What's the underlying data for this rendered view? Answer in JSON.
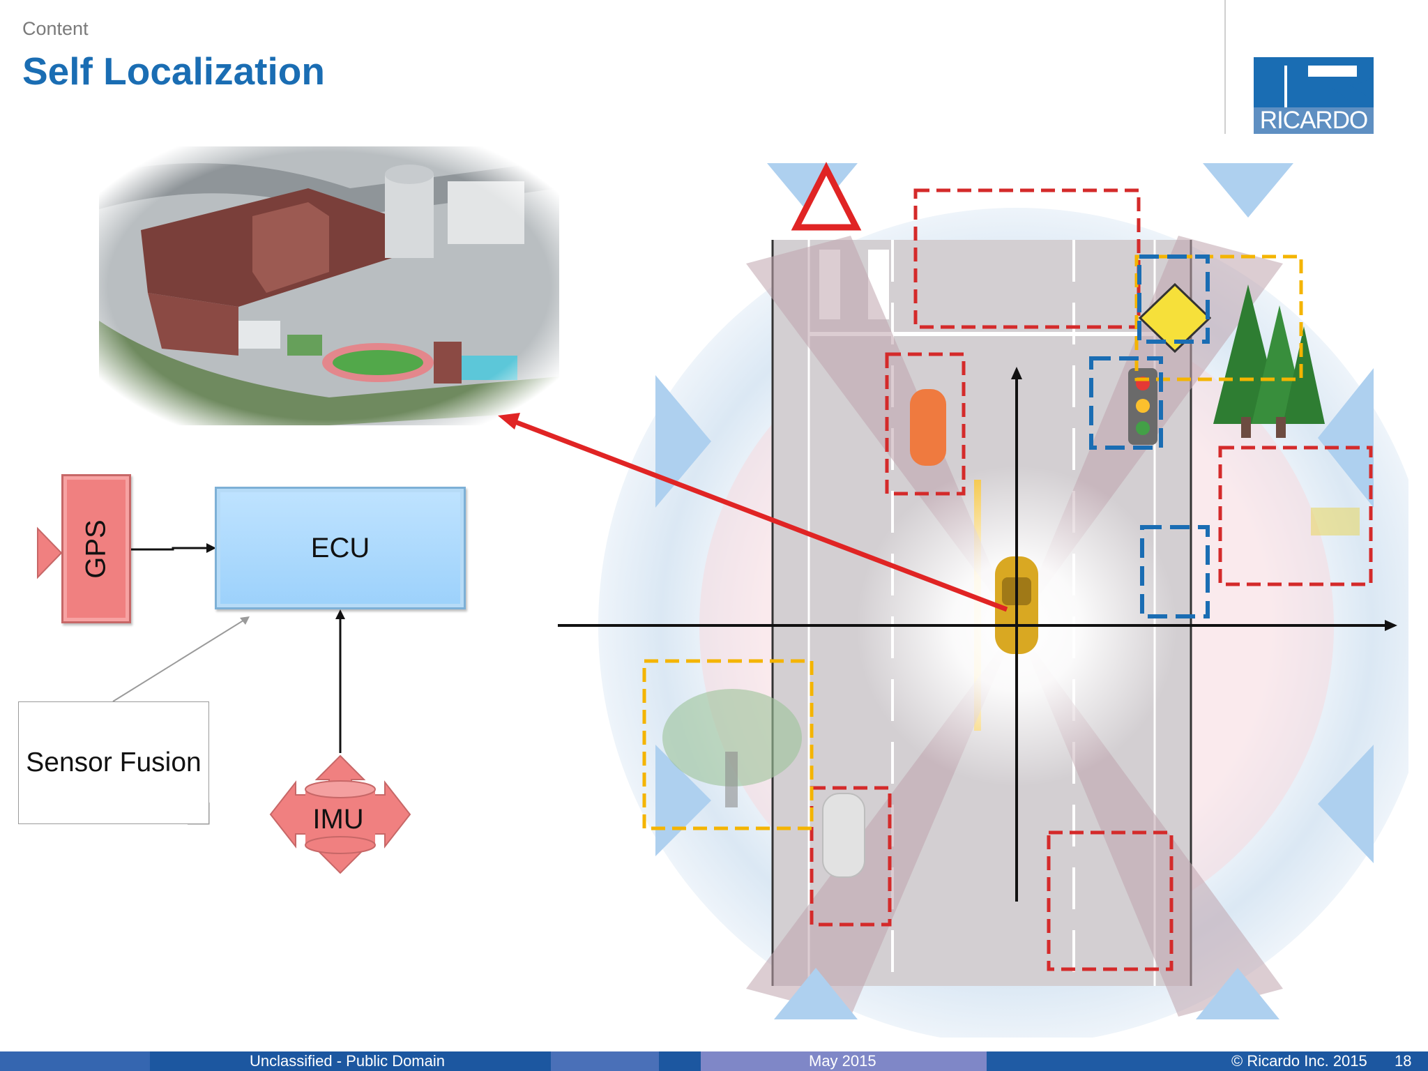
{
  "header": {
    "section": "Content",
    "title": "Self Localization"
  },
  "logo": {
    "text": "RICARDO",
    "color": "#1a6db3"
  },
  "diagram": {
    "gps_label": "GPS",
    "ecu_label": "ECU",
    "imu_label": "IMU",
    "note_label": "Sensor Fusion",
    "colors": {
      "ecu_fill": "#9cd1fb",
      "gps_fill": "#f08080",
      "imu_fill": "#f08080",
      "arrow_red": "#e02424",
      "box_red": "#d42a2a",
      "box_blue": "#1a6db3",
      "box_yellow": "#f4b400"
    }
  },
  "scene": {
    "image_subject": "aerial 3D city map",
    "road_scene": "top-view road with ego vehicle, sensor coverage and detected objects"
  },
  "footer": {
    "classification": "Unclassified - Public Domain",
    "date": "May 2015",
    "copyright": "© Ricardo Inc. 2015",
    "page_number": "18"
  }
}
